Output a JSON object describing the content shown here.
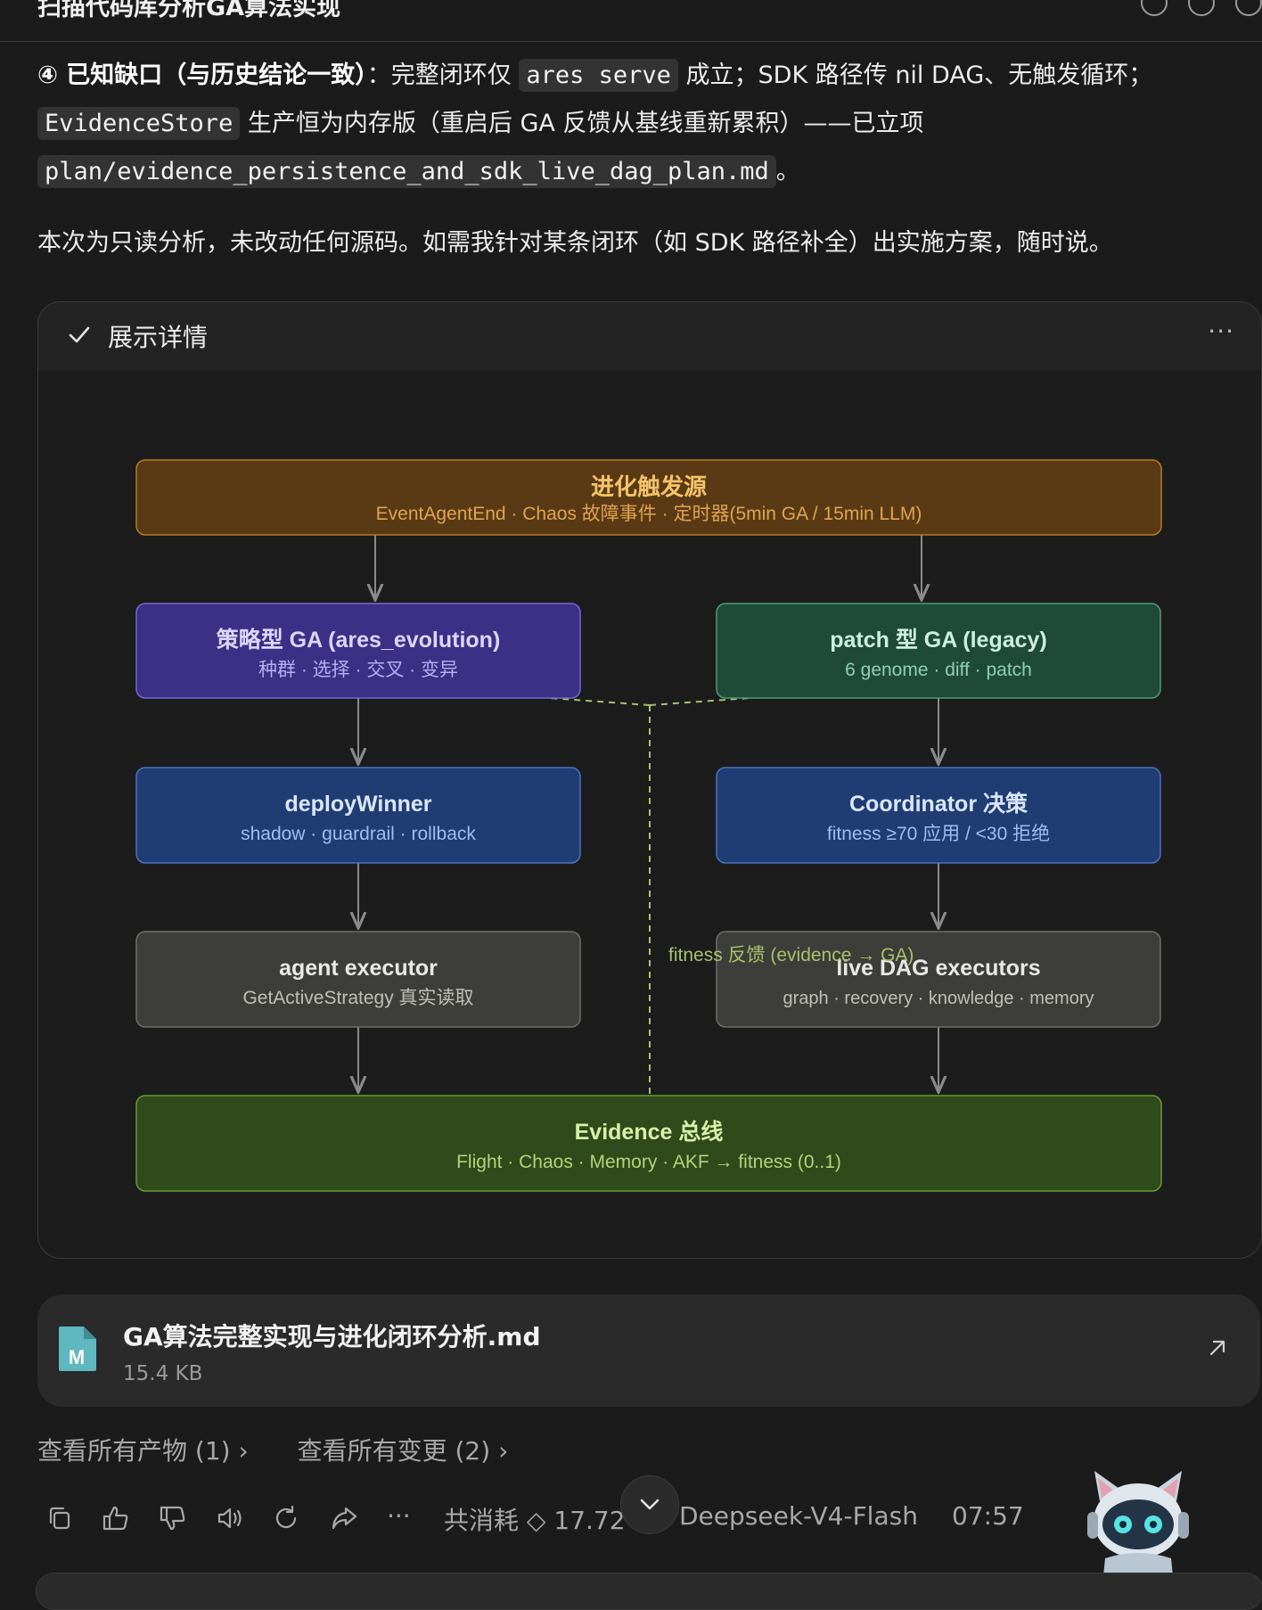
{
  "header": {
    "title": "扫描代码库分析GA算法实现"
  },
  "paragraph1": {
    "bold": "④ 已知缺口（与历史结论一致）",
    "t1": "：完整闭环仅",
    "code1": "ares serve",
    "t2": "成立；SDK 路径传 nil DAG、无触发循环；",
    "code2": "EvidenceStore",
    "t3": "生产恒为内存版（重启后 GA 反馈从基线重新累积）——已立项",
    "code3": "plan/evidence_persistence_and_sdk_live_dag_plan.md",
    "t4": "。"
  },
  "paragraph2": "本次为只读分析，未改动任何源码。如需我针对某条闭环（如 SDK 路径补全）出实施方案，随时说。",
  "details": {
    "label": "展示详情",
    "more": "···"
  },
  "diagram": {
    "trigger": {
      "title": "进化触发源",
      "sub": "EventAgentEnd · Chaos 故障事件 · 定时器(5min GA / 15min LLM)"
    },
    "strategy_ga": {
      "title": "策略型 GA (ares_evolution)",
      "sub": "种群 · 选择 · 交叉 · 变异"
    },
    "patch_ga": {
      "title": "patch 型 GA (legacy)",
      "sub": "6 genome · diff · patch"
    },
    "deploy": {
      "title": "deployWinner",
      "sub": "shadow · guardrail · rollback"
    },
    "coordinator": {
      "title": "Coordinator 决策",
      "sub": "fitness ≥70 应用 / <30 拒绝"
    },
    "executor": {
      "title": "agent executor",
      "sub": "GetActiveStrategy 真实读取"
    },
    "live_dag": {
      "title": "live DAG executors",
      "sub": "graph · recovery · knowledge · memory"
    },
    "evidence": {
      "title": "Evidence 总线",
      "sub": "Flight · Chaos · Memory · AKF → fitness (0..1)"
    },
    "feedback_label": "fitness 反馈 (evidence → GA)",
    "colors": {
      "trigger": "#5a3a14",
      "strategy": "#3b2f86",
      "patch": "#1f4a3a",
      "blue": "#1f3d73",
      "gray": "#3d3d3a",
      "evidence": "#2f4a1b"
    }
  },
  "file": {
    "name": "GA算法完整实现与进化闭环分析.md",
    "size": "15.4 KB",
    "icon_letter": "M"
  },
  "links": {
    "artifacts": "查看所有产物 (1)",
    "changes": "查看所有变更 (2)"
  },
  "footer": {
    "cost_label": "共消耗",
    "cost": "17.72",
    "model": "Deepseek-V4-Flash",
    "time": "07:57"
  }
}
